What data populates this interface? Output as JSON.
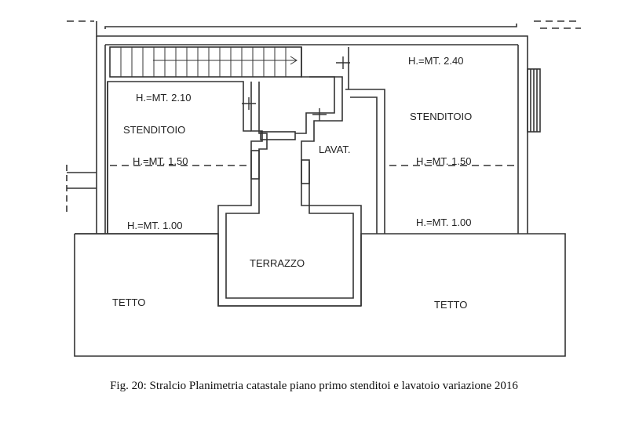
{
  "plan": {
    "labels": {
      "height_left_top": "H.=MT. 2.10",
      "stenditoio_left": "STENDITOIO",
      "height_left_mid": "H.=MT. 1.50",
      "height_left_bottom": "H.=MT. 1.00",
      "height_right_top": "H.=MT. 2.40",
      "stenditoio_right": "STENDITOIO",
      "lavatoio": "LAVAT.",
      "height_right_mid": "H.=MT. 1.50",
      "height_right_bottom": "H.=MT. 1.00",
      "terrazzo": "TERRAZZO",
      "tetto_left": "TETTO",
      "tetto_right": "TETTO"
    }
  },
  "caption": "Fig. 20: Stralcio Planimetria catastale piano primo stenditoi e lavatoio variazione 2016"
}
